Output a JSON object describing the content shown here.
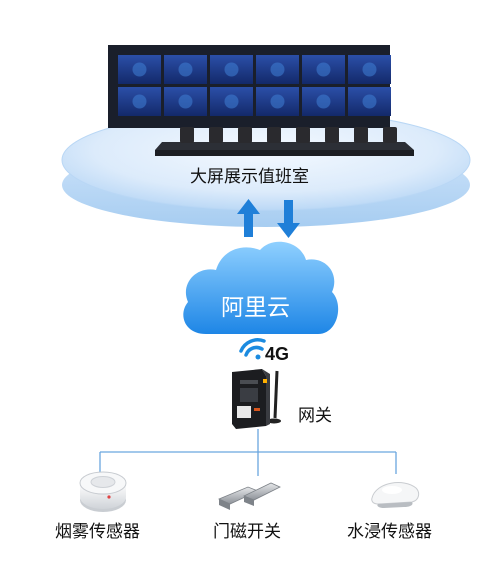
{
  "control_room": {
    "label": "大屏展示值班室"
  },
  "cloud": {
    "label": "阿里云"
  },
  "network": {
    "label": "4G"
  },
  "gateway": {
    "label": "网关"
  },
  "sensors": [
    {
      "name": "smoke",
      "label": "烟雾传感器"
    },
    {
      "name": "door",
      "label": "门磁开关"
    },
    {
      "name": "water",
      "label": "水浸传感器"
    }
  ],
  "colors": {
    "platform": "#d7e9fb",
    "platform_edge": "#a9cff3",
    "cloud_top": "#8fd0ff",
    "cloud_bottom": "#1e86e6",
    "arrow": "#1f7fd8",
    "connector": "#6aa6df",
    "wifi": "#1b8be0"
  },
  "icons": {
    "video_wall": "video-wall",
    "up_arrow": "arrow-up-icon",
    "down_arrow": "arrow-down-icon",
    "wifi": "wifi-icon",
    "gateway": "gateway-device-icon",
    "smoke": "smoke-detector-icon",
    "door": "door-magnet-icon",
    "water": "water-leak-icon"
  }
}
